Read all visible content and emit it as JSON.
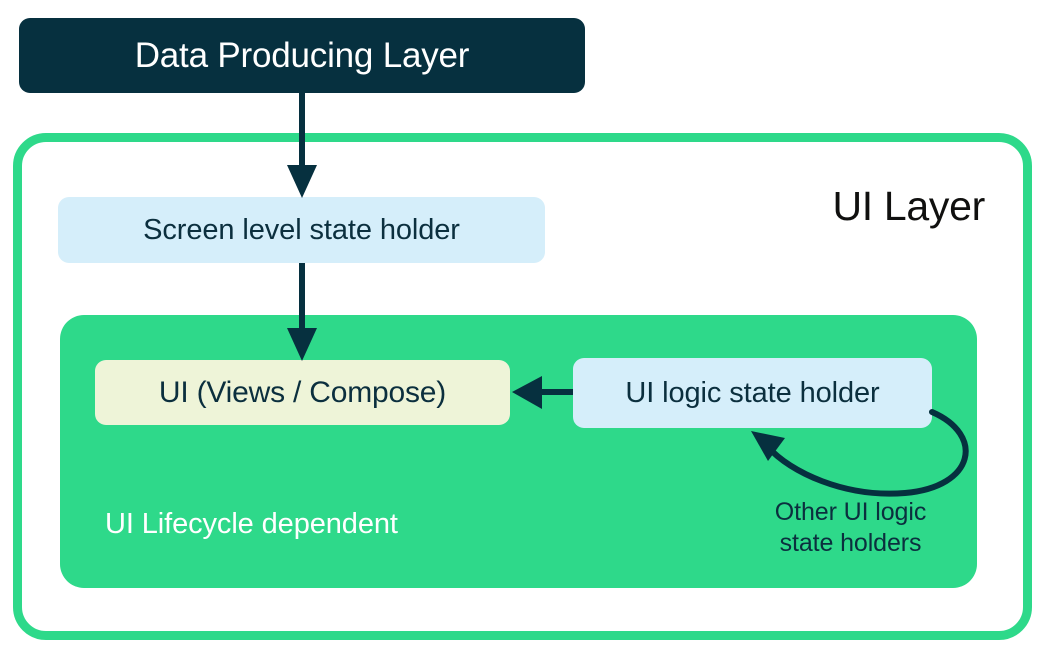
{
  "diagram": {
    "title": "Android UI Layer architecture diagram",
    "colors": {
      "dark_teal": "#06303F",
      "accent_green": "#2ED98A",
      "light_blue": "#D5EEFA",
      "cream": "#EEF4D8",
      "text_dark": "#0B2F3E",
      "text_white": "#FFFFFF",
      "text_black": "#10100F"
    },
    "nodes": {
      "data_producing_layer": "Data Producing Layer",
      "ui_layer_title": "UI Layer",
      "screen_level_state_holder": "Screen level state holder",
      "ui_views_compose": "UI (Views / Compose)",
      "ui_logic_state_holder": "UI logic state holder",
      "ui_lifecycle_dependent": "UI Lifecycle dependent",
      "other_ui_logic_state_holders": "Other UI logic\nstate holders",
      "other_ui_logic_state_holders_line1": "Other UI logic",
      "other_ui_logic_state_holders_line2": "state holders"
    },
    "edges": [
      {
        "name": "data-producing-to-screen-state",
        "from": "Data Producing Layer",
        "to": "Screen level state holder",
        "direction": "down"
      },
      {
        "name": "screen-state-to-ui-views",
        "from": "Screen level state holder",
        "to": "UI (Views / Compose)",
        "direction": "down"
      },
      {
        "name": "ui-logic-to-ui-views",
        "from": "UI logic state holder",
        "to": "UI (Views / Compose)",
        "direction": "left"
      },
      {
        "name": "ui-logic-self-loop",
        "from": "UI logic state holder",
        "to": "UI logic state holder",
        "direction": "loop",
        "caption": "Other UI logic state holders"
      }
    ]
  }
}
